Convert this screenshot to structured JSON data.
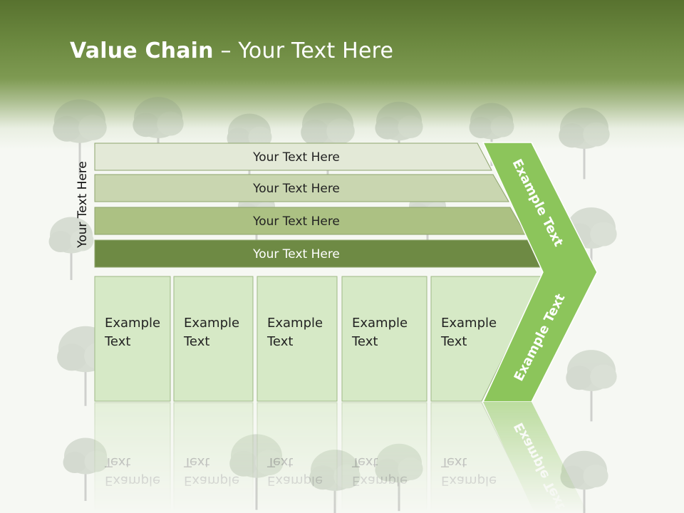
{
  "title": {
    "bold": "Value Chain",
    "rest": " – Your Text Here"
  },
  "side_label": "Your Text Here",
  "rows": [
    {
      "label": "Your Text Here",
      "color": "#e3e9d7",
      "text_color": "#222222"
    },
    {
      "label": "Your Text Here",
      "color": "#c9d6b0",
      "text_color": "#222222"
    },
    {
      "label": "Your Text Here",
      "color": "#acc183",
      "text_color": "#222222"
    },
    {
      "label": "Your Text Here",
      "color": "#6e8a44",
      "text_color": "#ffffff"
    }
  ],
  "cells": [
    {
      "line1": "Example",
      "line2": "Text"
    },
    {
      "line1": "Example",
      "line2": "Text"
    },
    {
      "line1": "Example",
      "line2": "Text"
    },
    {
      "line1": "Example",
      "line2": "Text"
    },
    {
      "line1": "Example",
      "line2": "Text"
    }
  ],
  "arrow": {
    "upper_label": "Example Text",
    "lower_label": "Example Text",
    "color": "#8cc55b"
  },
  "colors": {
    "cell_fill": "#d6e9c6",
    "cell_stroke": "#9fb985",
    "title_band": "#6c8940"
  }
}
